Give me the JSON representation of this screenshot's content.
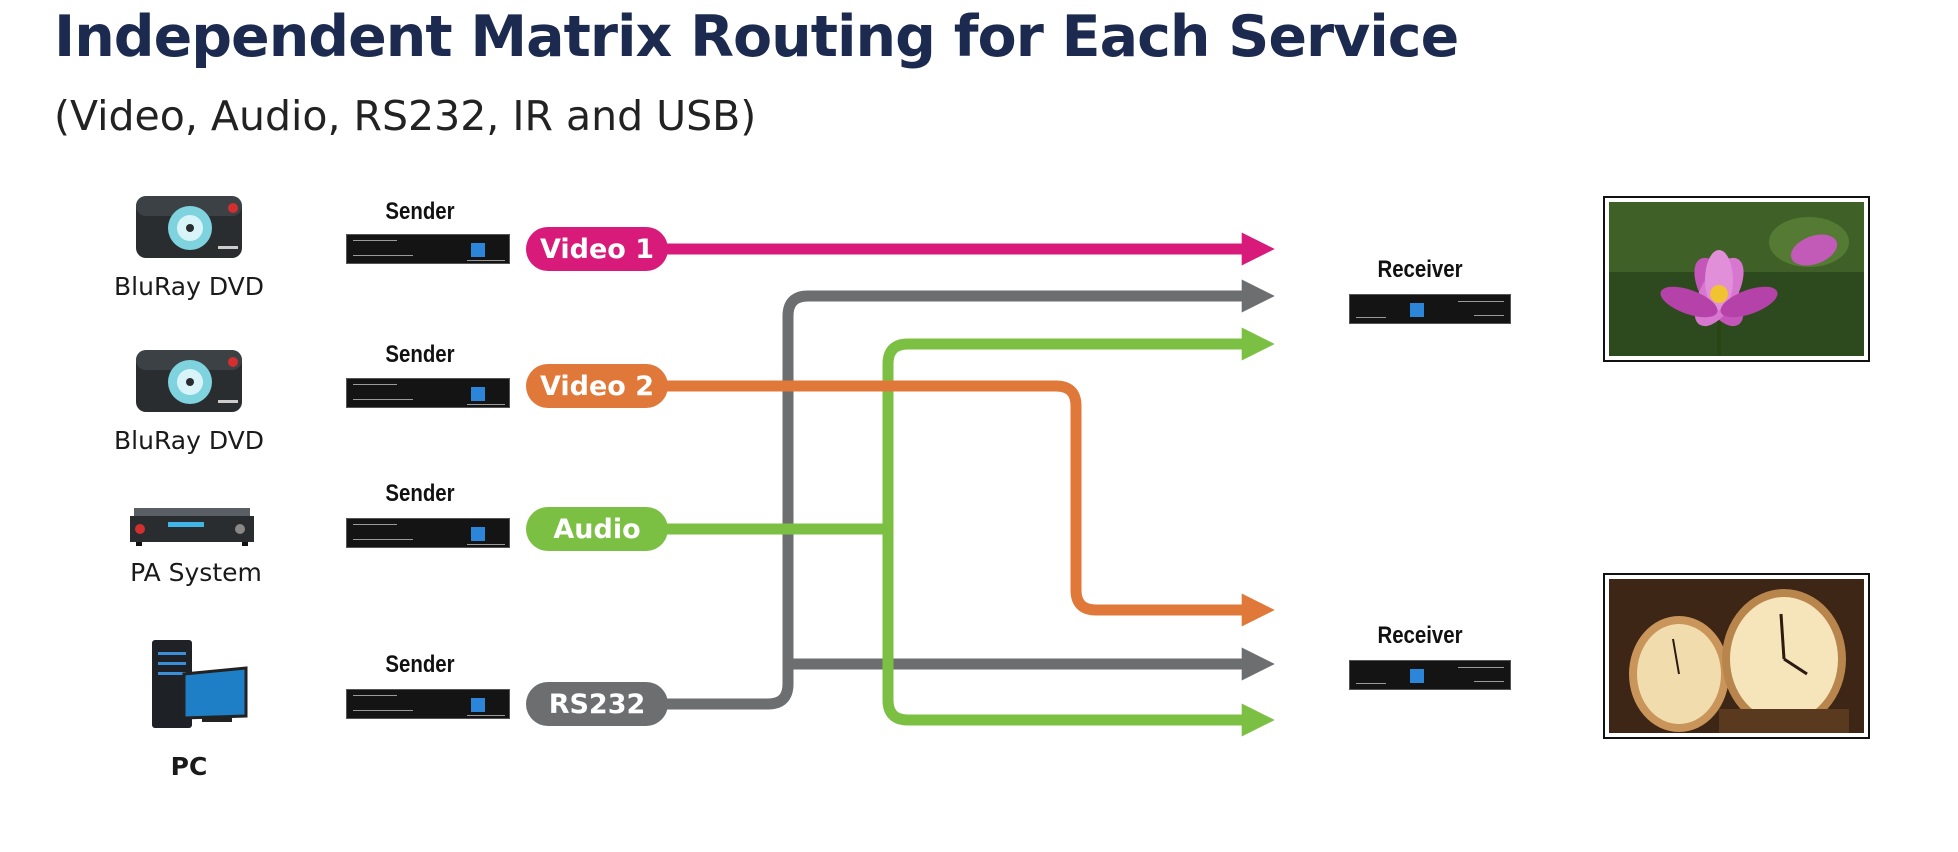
{
  "title": "Independent Matrix Routing for Each Service",
  "subtitle": "(Video, Audio, RS232, IR and USB)",
  "sources": [
    {
      "label": "BluRay DVD",
      "icon": "bluray-player-icon"
    },
    {
      "label": "BluRay DVD",
      "icon": "bluray-player-icon"
    },
    {
      "label": "PA System",
      "icon": "pa-system-icon"
    },
    {
      "label": "PC",
      "icon": "pc-icon"
    }
  ],
  "sender_label": "Sender",
  "receiver_label": "Receiver",
  "services": [
    {
      "label": "Video 1",
      "color": "#d81b7a"
    },
    {
      "label": "Video 2",
      "color": "#e0783a"
    },
    {
      "label": "Audio",
      "color": "#7bc043"
    },
    {
      "label": "RS232",
      "color": "#6d6e70"
    }
  ],
  "displays": [
    {
      "icon": "lotus-flower-image"
    },
    {
      "icon": "clock-image"
    }
  ]
}
